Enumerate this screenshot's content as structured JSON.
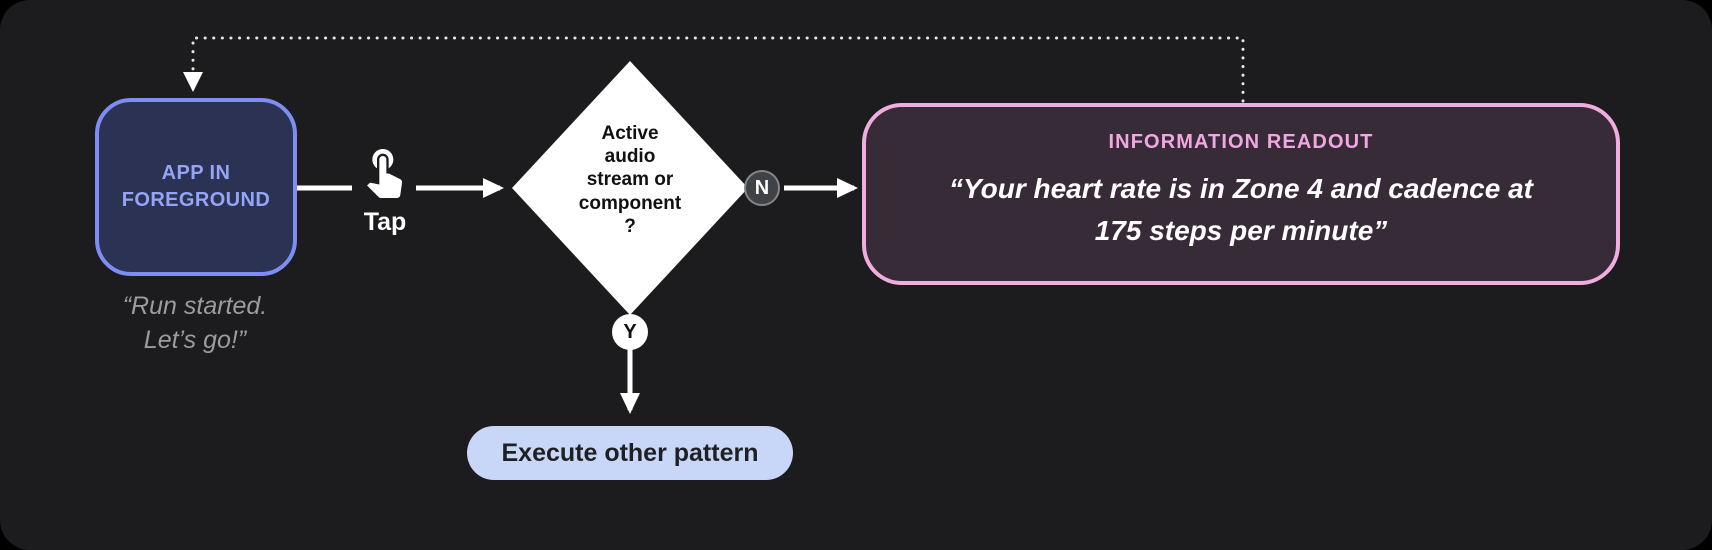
{
  "app_box": {
    "label": "APP IN\nFOREGROUND",
    "border_color": "#7d8df2",
    "fill": "#2b3254",
    "text_color": "#93a5f4"
  },
  "app_quote": "“Run started.\nLet’s go!”",
  "tap": {
    "label": "Tap",
    "icon": "touch-app-icon"
  },
  "decision": {
    "label": "Active\naudio\nstream or\ncomponent\n?"
  },
  "branch_no": {
    "label": "N"
  },
  "branch_yes": {
    "label": "Y"
  },
  "readout": {
    "title": "INFORMATION READOUT",
    "quote": "“Your heart rate is in Zone 4 and cadence at\n175 steps per minute”",
    "border_color": "#f1addf",
    "title_color": "#f2a7de",
    "fill": "#382b38"
  },
  "execute": {
    "label": "Execute other pattern",
    "fill": "#c8d6f8"
  },
  "colors": {
    "canvas_bg": "#1c1c1e",
    "arrow": "#ffffff",
    "dotted_line": "#e3e5e8",
    "quote_gray": "#9b9ba0"
  }
}
